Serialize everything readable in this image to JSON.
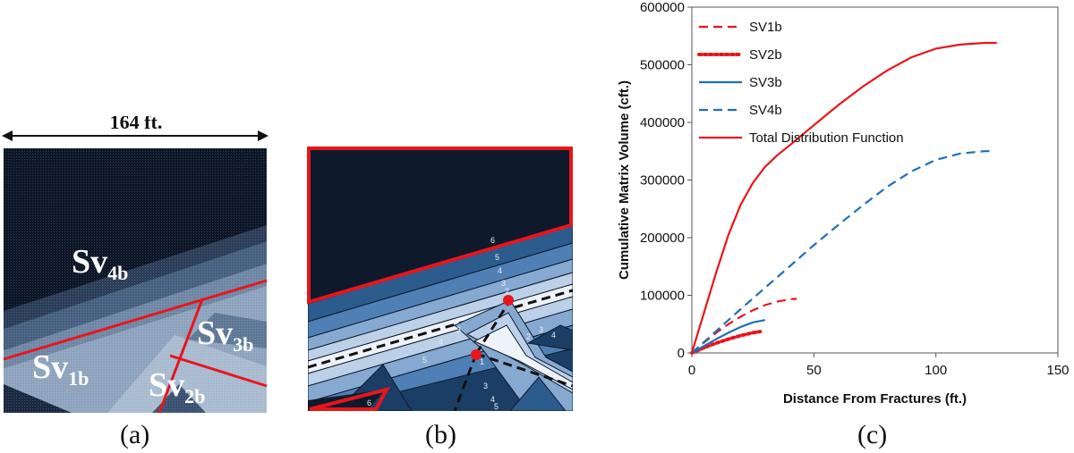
{
  "panel_a": {
    "width_label": "164 ft.",
    "regions": [
      {
        "base": "Sv",
        "sub": "4b"
      },
      {
        "base": "Sv",
        "sub": "3b"
      },
      {
        "base": "Sv",
        "sub": "1b"
      },
      {
        "base": "Sv",
        "sub": "2b"
      }
    ],
    "caption": "(a)"
  },
  "panel_b": {
    "contour_labels": [
      "6",
      "5",
      "4",
      "3",
      "2",
      "3",
      "4",
      "5",
      "3",
      "4",
      "5",
      "6",
      "1",
      "2",
      "3",
      "4"
    ],
    "caption": "(b)"
  },
  "panel_c": {
    "caption": "(c)"
  },
  "colors": {
    "red": "#e8151b",
    "blue": "#1f6fb9",
    "dark_navy": "#0e1a2b",
    "band_light": "#dbe6f4"
  },
  "chart_data": {
    "type": "line",
    "xlabel": "Distance From Fractures (ft.)",
    "ylabel": "Cumulative Matrix Volume (cft.)",
    "xlim": [
      0,
      150
    ],
    "ylim": [
      0,
      600000
    ],
    "xticks": [
      0,
      50,
      100,
      150
    ],
    "yticks": [
      0,
      100000,
      200000,
      300000,
      400000,
      500000,
      600000
    ],
    "grid": false,
    "legend": "top-left",
    "series": [
      {
        "name": "SV1b",
        "color": "#e8151b",
        "style": "dashed",
        "x": [
          0,
          5,
          10,
          15,
          20,
          25,
          30,
          35,
          40,
          43
        ],
        "y": [
          0,
          18000,
          35000,
          50000,
          63000,
          74000,
          83000,
          89000,
          93000,
          94000
        ]
      },
      {
        "name": "SV2b",
        "color": "#e8151b",
        "style": "dotted",
        "x": [
          0,
          5,
          10,
          15,
          20,
          25,
          28
        ],
        "y": [
          0,
          9000,
          17000,
          24000,
          30000,
          35000,
          37000
        ]
      },
      {
        "name": "SV3b",
        "color": "#1f6fb9",
        "style": "solid",
        "x": [
          0,
          5,
          10,
          15,
          20,
          25,
          30
        ],
        "y": [
          0,
          12000,
          24000,
          35000,
          45000,
          53000,
          57000
        ]
      },
      {
        "name": "SV4b",
        "color": "#1f6fb9",
        "style": "dashed",
        "x": [
          0,
          10,
          20,
          30,
          40,
          50,
          60,
          70,
          80,
          90,
          100,
          110,
          120,
          124
        ],
        "y": [
          0,
          38000,
          76000,
          113000,
          150000,
          187000,
          222000,
          256000,
          288000,
          315000,
          335000,
          346000,
          350000,
          350000
        ]
      },
      {
        "name": "Total Distribution Function",
        "color": "#e8151b",
        "style": "solid",
        "x": [
          0,
          5,
          10,
          15,
          20,
          25,
          30,
          35,
          40,
          50,
          60,
          70,
          80,
          90,
          100,
          110,
          120,
          125
        ],
        "y": [
          0,
          70000,
          140000,
          205000,
          257000,
          295000,
          323000,
          343000,
          360000,
          395000,
          430000,
          462000,
          490000,
          513000,
          528000,
          535000,
          538000,
          538000
        ]
      }
    ]
  }
}
